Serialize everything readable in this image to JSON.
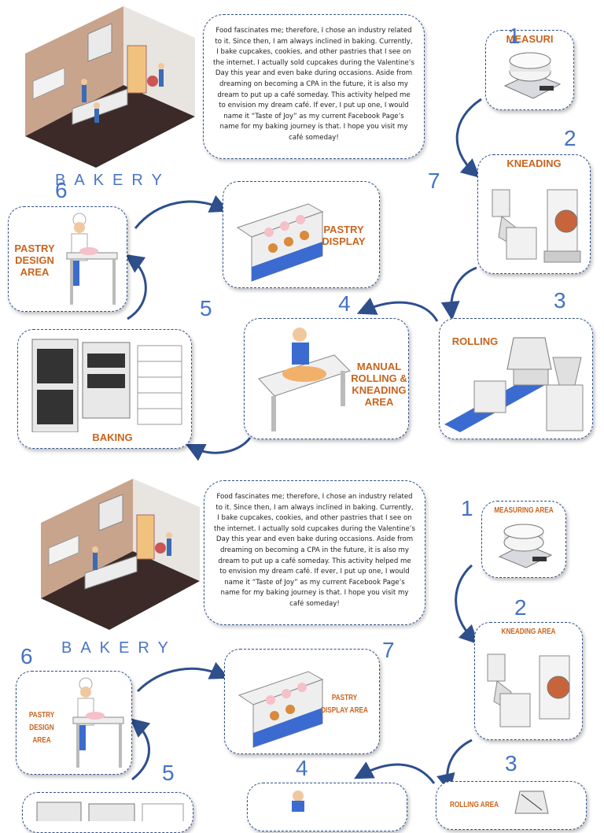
{
  "story": "Food fascinates me; therefore, I chose an industry related to it. Since then, I am always inclined in baking. Currently, I bake cupcakes, cookies, and other pastries that I see on the internet. I actually sold cupcakes during the Valentine’s Day this year and even bake during occasions. Aside from dreaming on becoming a CPA in the future, it is also my dream to put up a café someday. This activity helped me to envision my dream café. If ever, I put up one, I would name it “Taste of Joy” as my current Facebook Page’s name for my baking journey is that. I hope you visit my café someday!",
  "bakery": "BAKERY",
  "numbers": [
    "1",
    "2",
    "3",
    "4",
    "5",
    "6",
    "7"
  ],
  "top": {
    "measuring": "MEASURI",
    "kneading": "KNEADING",
    "rolling": "ROLLING",
    "manual": "MANUAL ROLLING & KNEADING AREA",
    "baking": "BAKING",
    "pastry_design": "PASTRY DESIGN AREA",
    "pastry_display": "PASTRY DISPLAY"
  },
  "bottom": {
    "measuring": "MEASURING AREA",
    "kneading": "KNEADING AREA",
    "rolling": "ROLLING AREA",
    "pastry_design": "PASTRY DESIGN AREA",
    "pastry_display": "PASTRY DISPLAY AREA"
  },
  "colors": {
    "label": "#c8641e",
    "number": "#4472c4",
    "arrow": "#2e4f8c",
    "border": "#2f4f8a"
  }
}
